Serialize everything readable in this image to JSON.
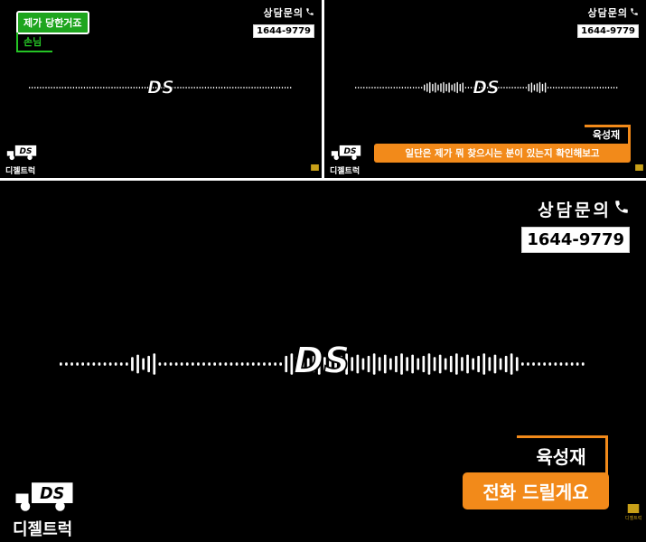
{
  "consult": {
    "title": "상담문의",
    "phone": "1644-9779"
  },
  "brand": {
    "logo_text": "DS",
    "truck_label": "디젤트럭",
    "corner_label": "디젤트럭"
  },
  "panel1": {
    "speaker": "제가 당한거죠",
    "speaker_sub": "손님"
  },
  "panel2": {
    "speaker": "육성재",
    "subtitle": "일단은 제가 뭐 찾으시는 분이 있는지 확인해보고"
  },
  "panel3": {
    "speaker": "육성재",
    "subtitle": "전화 드릴게요"
  },
  "colors": {
    "accent_orange": "#f28a1a",
    "accent_green": "#1ea51e",
    "background": "#000000"
  }
}
